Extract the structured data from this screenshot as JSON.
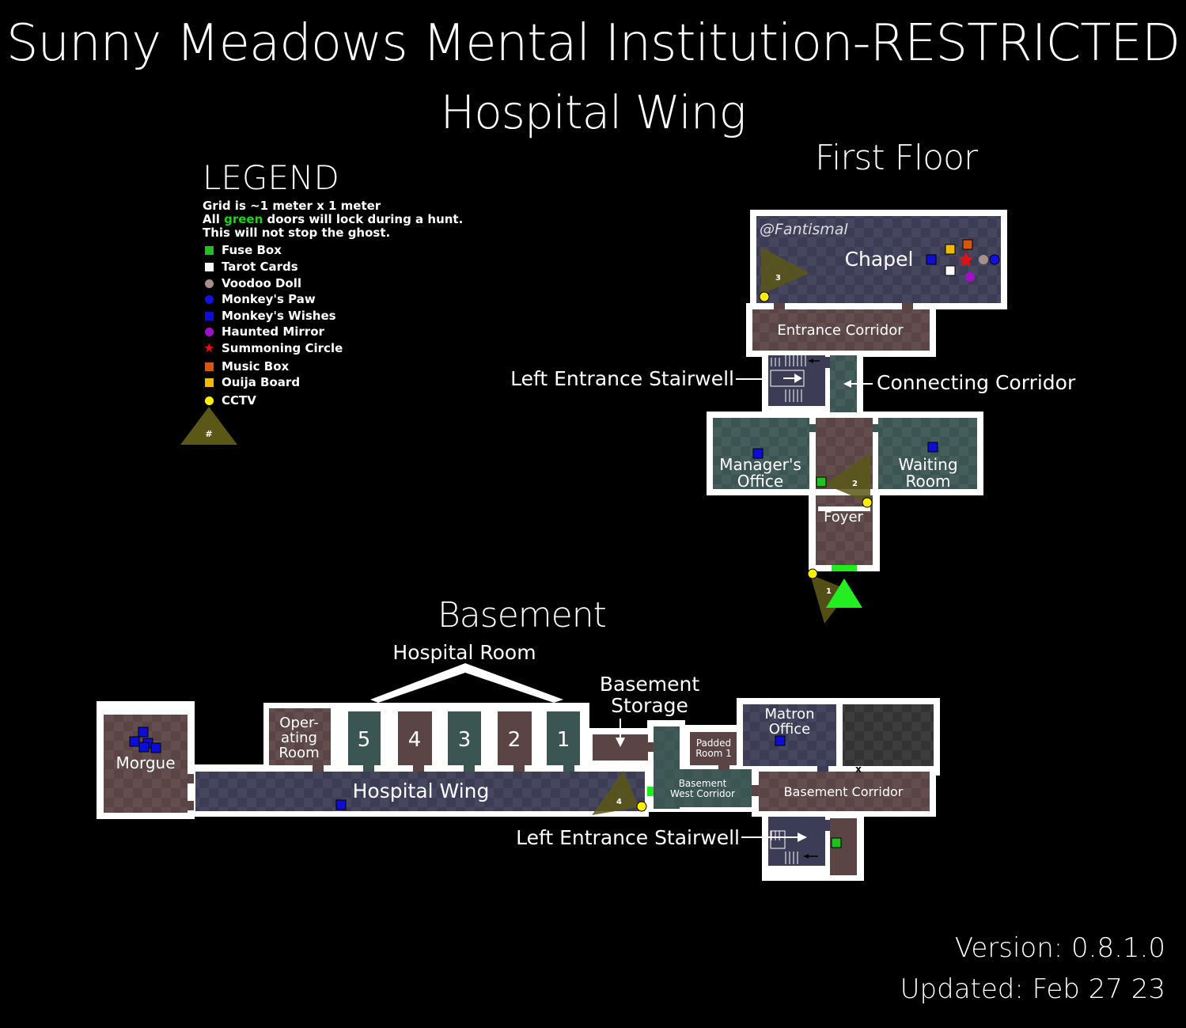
{
  "title": {
    "line1": "Sunny Meadows Mental Institution-RESTRICTED",
    "line2": "Hospital Wing"
  },
  "colors": {
    "wall": "#ffffff",
    "room_brown": "#5a4444",
    "room_navy": "#3c3c56",
    "room_teal": "#3b5553",
    "room_dark": "#333333",
    "fuse_box": "#1fc11f",
    "tarot_cards": "#ffffff",
    "voodoo_doll": "#a59189",
    "monkeys_paw": "#1212e0",
    "monkeys_wishes": "#0d0dd6",
    "haunted_mirror": "#a110c8",
    "summoning_circle": "#e61010",
    "music_box": "#d9560f",
    "ouija_board": "#f2b807",
    "cctv": "#ffee00",
    "cctv_cone": "#5b5717",
    "green_door": "#1dee1d"
  },
  "legend": {
    "title": "LEGEND",
    "note1": "Grid is ~1 meter x 1 meter",
    "note2_pre": "All ",
    "note2_green": "green",
    "note2_post": " doors will lock during a hunt.",
    "note3": "This will not stop the ghost.",
    "items": [
      {
        "label": "Fuse Box",
        "shape": "square",
        "color": "#1fc11f"
      },
      {
        "label": "Tarot Cards",
        "shape": "square",
        "color": "#ffffff"
      },
      {
        "label": "Voodoo Doll",
        "shape": "circle",
        "color": "#a59189"
      },
      {
        "label": "Monkey's Paw",
        "shape": "circle",
        "color": "#1212e0"
      },
      {
        "label": "Monkey's Wishes",
        "shape": "square",
        "color": "#0d0dd6"
      },
      {
        "label": "Haunted Mirror",
        "shape": "circle",
        "color": "#a110c8"
      },
      {
        "label": "Summoning Circle",
        "shape": "star",
        "color": "#e61010"
      },
      {
        "label": "Music Box",
        "shape": "square",
        "color": "#d9560f"
      },
      {
        "label": "Ouija Board",
        "shape": "square",
        "color": "#f2b807"
      },
      {
        "label": "CCTV",
        "shape": "circle",
        "color": "#ffee00"
      }
    ],
    "camera_symbol": "#"
  },
  "first_floor": {
    "title": "First Floor",
    "credit": "@Fantismal",
    "rooms": {
      "chapel": "Chapel",
      "entrance_corridor": "Entrance Corridor",
      "managers_office_1": "Manager's",
      "managers_office_2": "Office",
      "waiting_room_1": "Waiting",
      "waiting_room_2": "Room",
      "foyer": "Foyer"
    },
    "callouts": {
      "left_entrance_stairwell": "Left Entrance Stairwell",
      "connecting_corridor": "Connecting Corridor"
    },
    "cameras": [
      "3",
      "2",
      "1"
    ]
  },
  "basement": {
    "title": "Basement",
    "rooms": {
      "morgue": "Morgue",
      "operating_room_1": "Oper-",
      "operating_room_2": "ating",
      "operating_room_3": "Room",
      "hospital_wing": "Hospital Wing",
      "padded_room_1": "Padded",
      "padded_room_2": "Room 1",
      "basement_west_corridor_1": "Basement",
      "basement_west_corridor_2": "West Corridor",
      "matron_office_1": "Matron",
      "matron_office_2": "Office",
      "basement_corridor": "Basement Corridor"
    },
    "hospital_rooms": [
      "5",
      "4",
      "3",
      "2",
      "1"
    ],
    "callouts": {
      "hospital_room": "Hospital Room",
      "basement_storage_1": "Basement",
      "basement_storage_2": "Storage",
      "left_entrance_stairwell": "Left Entrance Stairwell"
    },
    "cameras": [
      "4"
    ]
  },
  "footer": {
    "version": "Version: 0.8.1.0",
    "updated": "Updated: Feb 27 23"
  }
}
